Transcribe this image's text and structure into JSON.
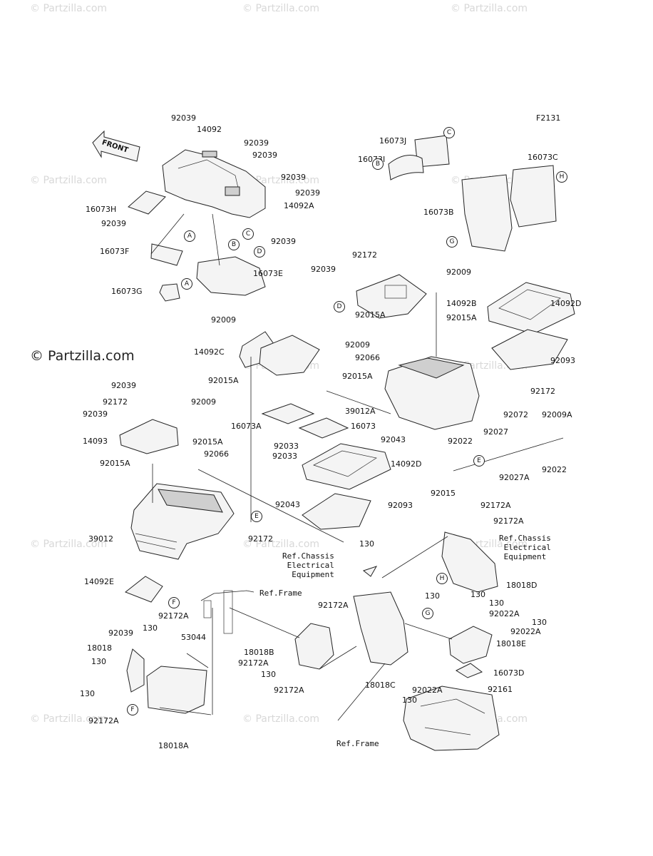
{
  "figure_code": "F2131",
  "front_arrow_text": "FRONT",
  "watermarks": {
    "small": "© Partzilla.com",
    "large": "© Partzilla.com"
  },
  "labels": [
    "92039",
    "14092",
    "92039",
    "92039",
    "92039",
    "92039",
    "16073H",
    "14092A",
    "92039",
    "92039",
    "16073F",
    "16073E",
    "16073G",
    "16073J",
    "16073I",
    "16073C",
    "16073B",
    "92172",
    "92039",
    "92009",
    "14092B",
    "92015A",
    "14092D",
    "92009",
    "14092C",
    "92009",
    "92015A",
    "92066",
    "92093",
    "92015A",
    "92015A",
    "92172",
    "16073A",
    "16073",
    "39012A",
    "92039",
    "92172",
    "92009",
    "92039",
    "14093",
    "92015A",
    "92066",
    "92015A",
    "92043",
    "92033",
    "92033",
    "14092D",
    "92043",
    "92093",
    "39012",
    "92172",
    "92072",
    "92009A",
    "92027",
    "92022",
    "92022",
    "92015",
    "92027A",
    "92172A",
    "92172A",
    "130",
    "130",
    "18018D",
    "130",
    "130",
    "92022A",
    "130",
    "92022A",
    "18018E",
    "16073D",
    "92161",
    "92022A",
    "130",
    "18018C",
    "14092E",
    "92039",
    "92172A",
    "130",
    "53044",
    "18018",
    "130",
    "130",
    "92172A",
    "18018A",
    "92172A",
    "18018B",
    "92172A",
    "130",
    "92172A"
  ],
  "callouts": [
    "A",
    "B",
    "C",
    "D",
    "A",
    "B",
    "C",
    "D",
    "G",
    "H",
    "E",
    "E",
    "F",
    "F",
    "G",
    "H"
  ],
  "refs": {
    "chassis_left": "Ref.Chassis\n Electrical\n  Equipment",
    "chassis_right": "Ref.Chassis\n Electrical\n Equipment",
    "frame_top": "Ref.Frame",
    "frame_bottom": "Ref.Frame"
  }
}
